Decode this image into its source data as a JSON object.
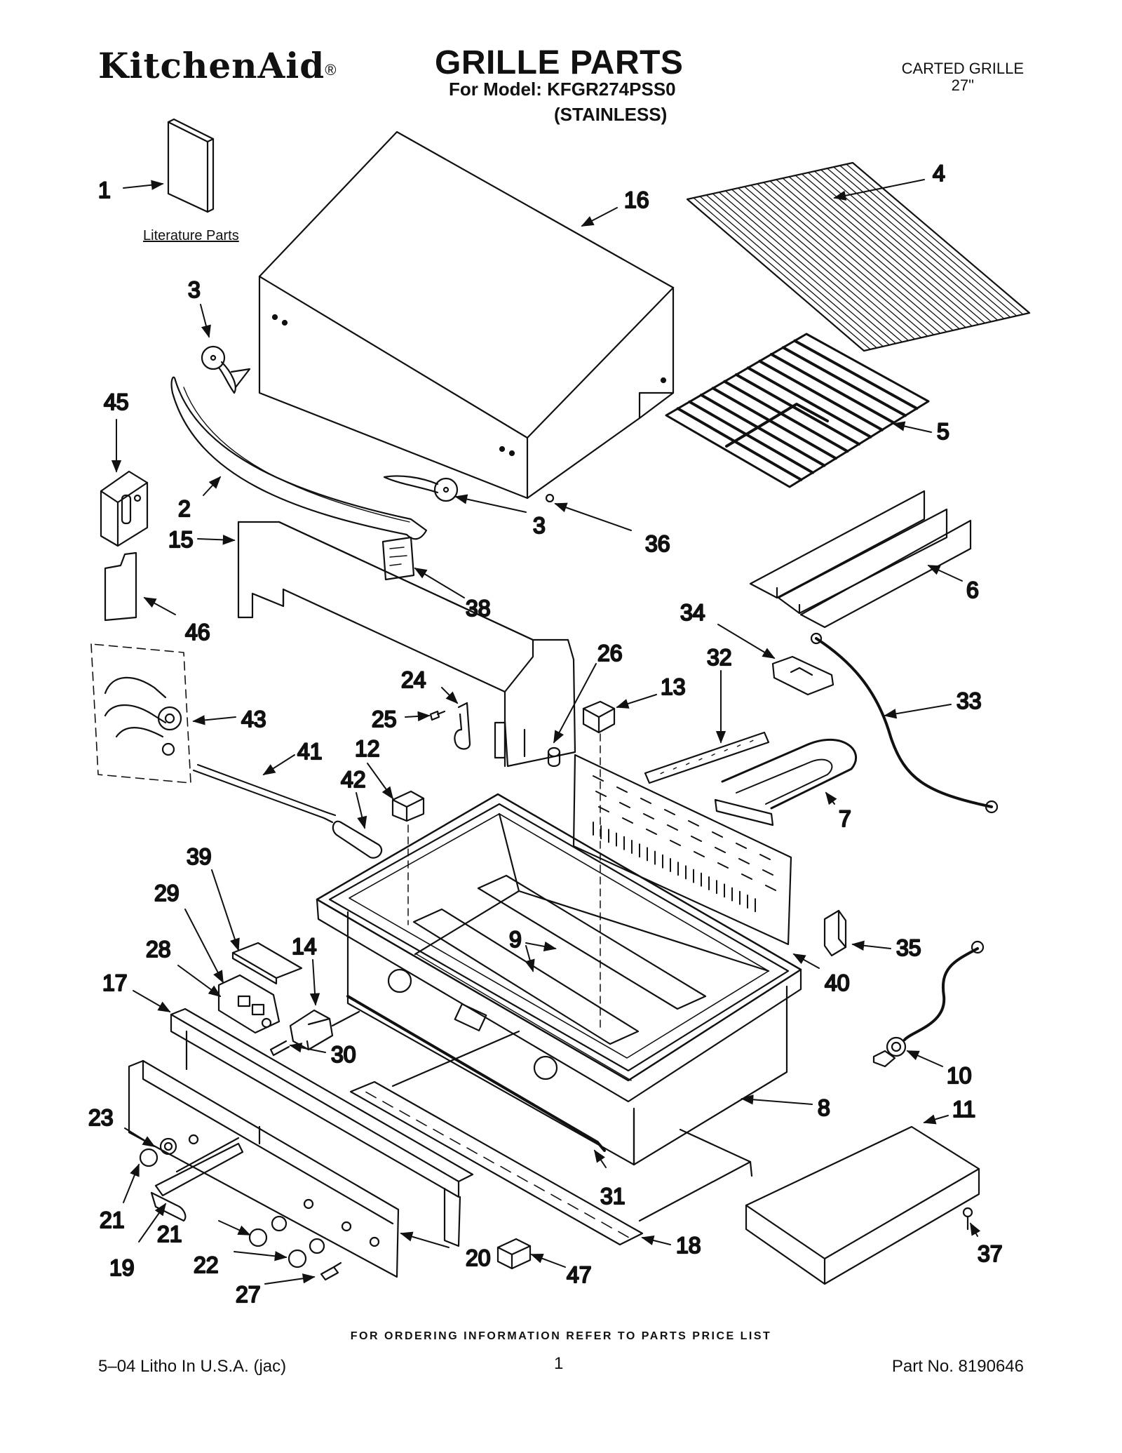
{
  "header": {
    "brand": "KitchenAid",
    "brand_mark": "®",
    "title": "GRILLE PARTS",
    "model": "For Model: KFGR274PSS0",
    "variant": "(STAINLESS)",
    "product_line1": "CARTED GRILLE",
    "product_line2": "27\""
  },
  "literature_label": "Literature Parts",
  "callouts": {
    "c1": "1",
    "c2": "2",
    "c3a": "3",
    "c3b": "3",
    "c4": "4",
    "c5": "5",
    "c6": "6",
    "c7": "7",
    "c8": "8",
    "c9": "9",
    "c10": "10",
    "c11": "11",
    "c12": "12",
    "c13": "13",
    "c14": "14",
    "c15": "15",
    "c16": "16",
    "c17": "17",
    "c18": "18",
    "c19": "19",
    "c20": "20",
    "c21a": "21",
    "c21b": "21",
    "c22": "22",
    "c23": "23",
    "c24": "24",
    "c25": "25",
    "c26": "26",
    "c27": "27",
    "c28": "28",
    "c29": "29",
    "c30": "30",
    "c31": "31",
    "c32": "32",
    "c33": "33",
    "c34": "34",
    "c35": "35",
    "c36": "36",
    "c37": "37",
    "c38": "38",
    "c39": "39",
    "c40": "40",
    "c41": "41",
    "c42": "42",
    "c43": "43",
    "c45": "45",
    "c46": "46",
    "c47": "47"
  },
  "footer": {
    "note": "FOR ORDERING INFORMATION REFER TO PARTS PRICE LIST",
    "litho": "5–04 Litho In U.S.A. (jac)",
    "page": "1",
    "part_no": "Part No. 8190646"
  }
}
